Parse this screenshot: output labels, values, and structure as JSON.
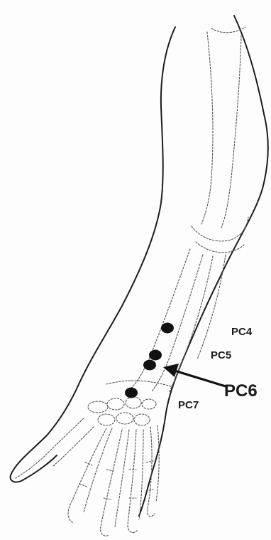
{
  "diagram": {
    "points": [
      {
        "id": "pc4",
        "label": "PC4",
        "emphasis": false
      },
      {
        "id": "pc5",
        "label": "PC5",
        "emphasis": false
      },
      {
        "id": "pc6",
        "label": "PC6",
        "emphasis": true
      },
      {
        "id": "pc7",
        "label": "PC7",
        "emphasis": false
      }
    ],
    "colors": {
      "ink": "#1a1a1a",
      "sketch": "#555555",
      "marker": "#111111",
      "background": "#fdfdfd"
    }
  }
}
